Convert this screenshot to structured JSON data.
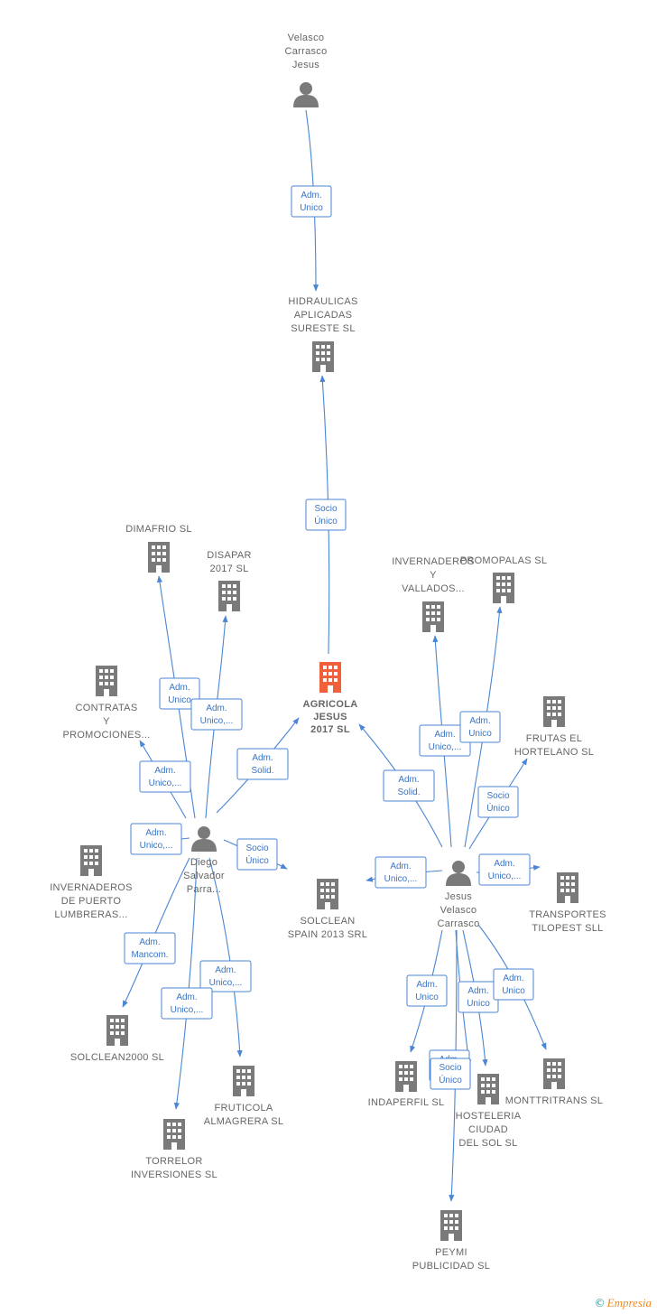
{
  "colors": {
    "accent": "#4a86d4",
    "building": "#7a7a7a",
    "main_building": "#f0603a",
    "person": "#7a7a7a"
  },
  "nodes": [
    {
      "id": "velasco_carrasco_jesus",
      "type": "person",
      "label": [
        "Velasco",
        "Carrasco",
        "Jesus"
      ]
    },
    {
      "id": "hidraulicas",
      "type": "company",
      "label": [
        "HIDRAULICAS",
        "APLICADAS",
        "SURESTE SL"
      ]
    },
    {
      "id": "agricola",
      "type": "main",
      "label": [
        "AGRICOLA",
        "JESUS",
        "2017  SL"
      ]
    },
    {
      "id": "dimafrio",
      "type": "company",
      "label": [
        "DIMAFRIO  SL"
      ]
    },
    {
      "id": "disapar",
      "type": "company",
      "label": [
        "DISAPAR",
        "2017  SL"
      ]
    },
    {
      "id": "contratas",
      "type": "company",
      "label": [
        "CONTRATAS",
        "Y",
        "PROMOCIONES..."
      ]
    },
    {
      "id": "diego",
      "type": "person",
      "label": [
        "Diego",
        "Salvador",
        "Parra..."
      ]
    },
    {
      "id": "invernaderos_puerto",
      "type": "company",
      "label": [
        "INVERNADEROS",
        "DE PUERTO",
        "LUMBRERAS..."
      ]
    },
    {
      "id": "solclean_spain",
      "type": "company",
      "label": [
        "SOLCLEAN",
        "SPAIN 2013 SRL"
      ]
    },
    {
      "id": "solclean2000",
      "type": "company",
      "label": [
        "SOLCLEAN2000 SL"
      ]
    },
    {
      "id": "fruticola",
      "type": "company",
      "label": [
        "FRUTICOLA",
        "ALMAGRERA SL"
      ]
    },
    {
      "id": "torrelor",
      "type": "company",
      "label": [
        "TORRELOR",
        "INVERSIONES SL"
      ]
    },
    {
      "id": "invernaderos_vallados",
      "type": "company",
      "label": [
        "INVERNADEROS",
        "Y",
        "VALLADOS..."
      ]
    },
    {
      "id": "promopalas",
      "type": "company",
      "label": [
        "PROMOPALAS SL"
      ]
    },
    {
      "id": "frutas",
      "type": "company",
      "label": [
        "FRUTAS EL",
        "HORTELANO SL"
      ]
    },
    {
      "id": "jesus_velasco_carrasco",
      "type": "person",
      "label": [
        "Jesus",
        "Velasco",
        "Carrasco"
      ]
    },
    {
      "id": "transportes",
      "type": "company",
      "label": [
        "TRANSPORTES",
        "TILOPEST SLL"
      ]
    },
    {
      "id": "indaperfil",
      "type": "company",
      "label": [
        "INDAPERFIL SL"
      ]
    },
    {
      "id": "hosteleria",
      "type": "company",
      "label": [
        "HOSTELERIA",
        "CIUDAD",
        "DEL SOL SL"
      ]
    },
    {
      "id": "monttritrans",
      "type": "company",
      "label": [
        "MONTTRITRANS SL"
      ]
    },
    {
      "id": "peymi",
      "type": "company",
      "label": [
        "PEYMI",
        "PUBLICIDAD SL"
      ]
    }
  ],
  "relations": [
    {
      "from": "velasco_carrasco_jesus",
      "to": "hidraulicas",
      "label": [
        "Adm.",
        "Unico"
      ]
    },
    {
      "from": "agricola",
      "to": "hidraulicas",
      "label": [
        "Socio",
        "Único"
      ]
    },
    {
      "from": "diego",
      "to": "dimafrio",
      "label": [
        "Adm.",
        "Unico"
      ]
    },
    {
      "from": "diego",
      "to": "disapar",
      "label": [
        "Adm.",
        "Unico,..."
      ]
    },
    {
      "from": "diego",
      "to": "agricola",
      "label": [
        "Adm.",
        "Solid."
      ]
    },
    {
      "from": "diego",
      "to": "contratas",
      "label": [
        "Adm.",
        "Unico,..."
      ]
    },
    {
      "from": "diego",
      "to": "invernaderos_puerto",
      "label": [
        "Adm.",
        "Unico,..."
      ]
    },
    {
      "from": "diego",
      "to": "solclean_spain",
      "label": [
        "Socio",
        "Único"
      ]
    },
    {
      "from": "diego",
      "to": "solclean2000",
      "label": [
        "Adm.",
        "Mancom."
      ]
    },
    {
      "from": "diego",
      "to": "fruticola",
      "label": [
        "Adm.",
        "Unico,..."
      ]
    },
    {
      "from": "diego",
      "to": "torrelor",
      "label": [
        "Adm.",
        "Unico,..."
      ]
    },
    {
      "from": "jesus_velasco_carrasco",
      "to": "agricola",
      "label": [
        "Adm.",
        "Solid."
      ]
    },
    {
      "from": "jesus_velasco_carrasco",
      "to": "invernaderos_vallados",
      "label": [
        "Adm.",
        "Unico,..."
      ]
    },
    {
      "from": "jesus_velasco_carrasco",
      "to": "promopalas",
      "label": [
        "Adm.",
        "Unico"
      ]
    },
    {
      "from": "jesus_velasco_carrasco",
      "to": "frutas",
      "label": [
        "Socio",
        "Único"
      ]
    },
    {
      "from": "jesus_velasco_carrasco",
      "to": "solclean_spain",
      "label": [
        "Adm.",
        "Unico,..."
      ]
    },
    {
      "from": "jesus_velasco_carrasco",
      "to": "transportes",
      "label": [
        "Adm.",
        "Unico,..."
      ]
    },
    {
      "from": "jesus_velasco_carrasco",
      "to": "indaperfil",
      "label": [
        "Adm.",
        "Unico"
      ]
    },
    {
      "from": "jesus_velasco_carrasco",
      "to": "hosteleria",
      "label": [
        "Adm.",
        "Unico"
      ]
    },
    {
      "from": "jesus_velasco_carrasco",
      "to": "monttritrans",
      "label": [
        "Adm.",
        "Unico"
      ]
    },
    {
      "from": "jesus_velasco_carrasco",
      "to": "hosteleria",
      "label": [
        "Adm.",
        "Unico"
      ]
    },
    {
      "from": "jesus_velasco_carrasco",
      "to": "peymi",
      "label": [
        "Socio",
        "Único"
      ]
    }
  ],
  "footer": {
    "copyright": "©",
    "brand": "Empresia"
  }
}
